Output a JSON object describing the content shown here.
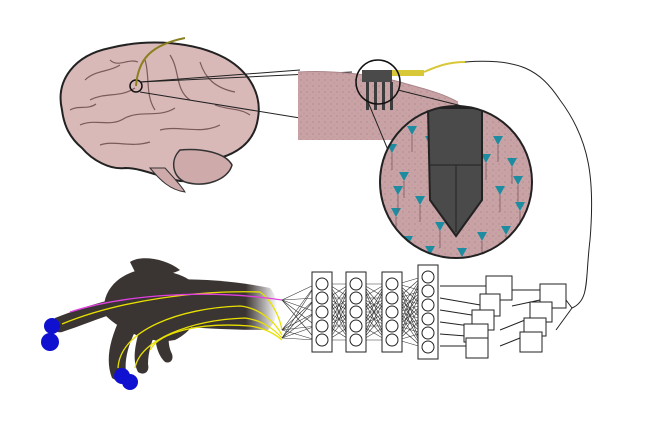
{
  "figure": {
    "description_text": "",
    "nodes": {
      "brain": {
        "label": ""
      },
      "implant": {
        "label": ""
      },
      "cortex_slice": {
        "label": ""
      },
      "neuron_zoom": {
        "label": ""
      },
      "neural_network": {
        "label": "",
        "layers": [
          5,
          5,
          5,
          5,
          6
        ]
      },
      "decoder_blocks": {
        "label": ""
      },
      "hand": {
        "label": ""
      }
    },
    "colors": {
      "brain_fill": "#d9b8b8",
      "tissue_fill": "#c9a2a5",
      "neuron": "#1e8ca0",
      "electrode": "#4a4a4a",
      "wire_gold": "#c8b820",
      "hand": "#3a3432",
      "marker": "#1010d0",
      "line_yellow": "#e8e000",
      "line_magenta": "#e040e0"
    }
  }
}
